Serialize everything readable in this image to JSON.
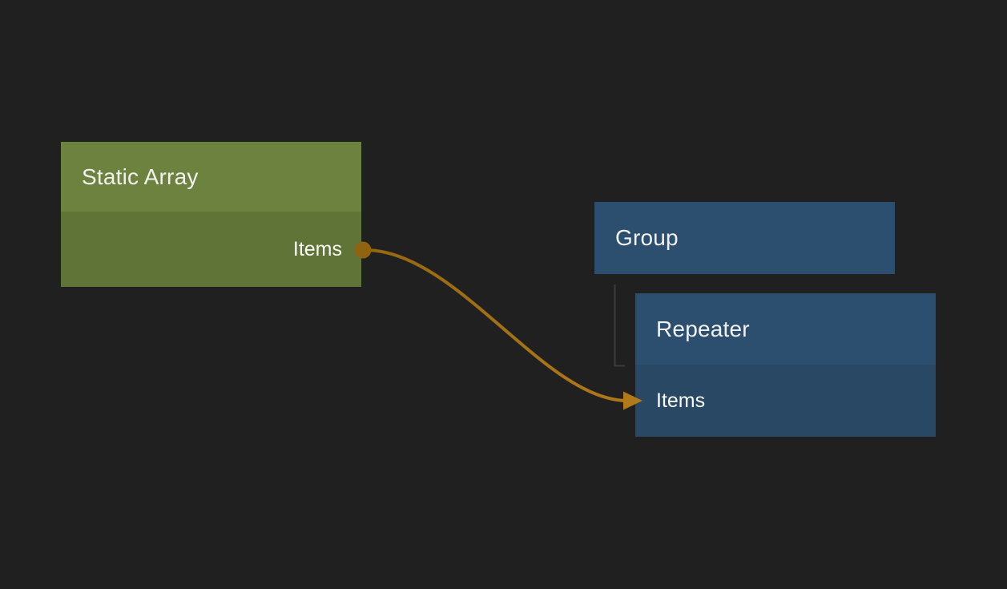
{
  "canvas": {
    "background_color": "#202020"
  },
  "nodes": {
    "static_array": {
      "title": "Static Array",
      "header_color": "#6e8240",
      "body_color": "#617437",
      "output_port": {
        "label": "Items"
      }
    },
    "group": {
      "title": "Group",
      "header_color": "#2c4f70"
    },
    "repeater": {
      "title": "Repeater",
      "header_color": "#2c4f70",
      "body_color": "#284864",
      "input_port": {
        "label": "Items"
      }
    }
  },
  "connection": {
    "from_node": "Static Array",
    "from_port": "Items",
    "to_node": "Repeater",
    "to_port": "Items",
    "wire_color_start": "#946810",
    "wire_color_end": "#b0791a",
    "port_dot_color": "#906311"
  },
  "hierarchy": {
    "parent": "Group",
    "child": "Repeater",
    "line_color": "#3d3d3d"
  }
}
